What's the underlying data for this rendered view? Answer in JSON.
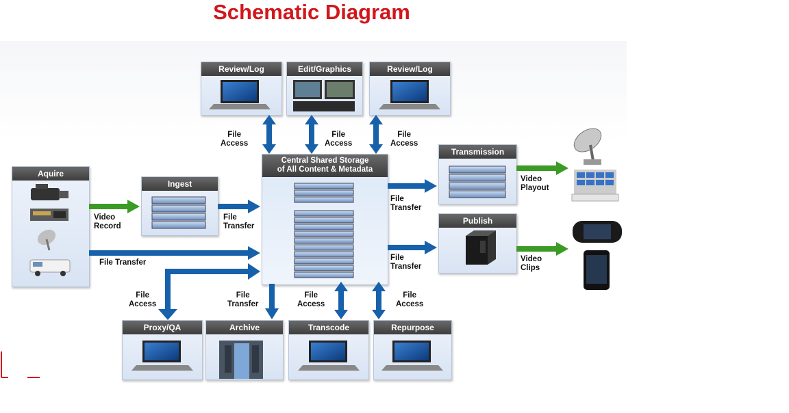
{
  "title": "Schematic Diagram",
  "colors": {
    "title": "#d2171c",
    "arrow_blue": "#1761ab",
    "arrow_green": "#3c9a26",
    "header_gray": "#4a4a4a"
  },
  "central": {
    "label": "Central Shared Storage\nof All Content & Metadata"
  },
  "nodes": {
    "review_log_1": {
      "label": "Review/Log",
      "icon": "monitor-icon"
    },
    "edit_graphics": {
      "label": "Edit/Graphics",
      "icon": "editing-workstation-icon"
    },
    "review_log_2": {
      "label": "Review/Log",
      "icon": "monitor-icon"
    },
    "aquire": {
      "label": "Aquire",
      "icons": [
        "video-camera-icon",
        "recorder-deck-icon",
        "satellite-dish-icon",
        "broadcast-van-icon"
      ]
    },
    "ingest": {
      "label": "Ingest",
      "icon": "server-rack-icon"
    },
    "transmission": {
      "label": "Transmission",
      "icon": "server-rack-icon"
    },
    "publish": {
      "label": "Publish",
      "icon": "media-server-icon"
    },
    "proxy_qa": {
      "label": "Proxy/QA",
      "icon": "monitor-icon"
    },
    "archive": {
      "label": "Archive",
      "icon": "storage-cabinet-icon"
    },
    "transcode": {
      "label": "Transcode",
      "icon": "monitor-icon"
    },
    "repurpose": {
      "label": "Repurpose",
      "icon": "monitor-icon"
    }
  },
  "edge_labels": {
    "file_access_top_1": "File\nAccess",
    "file_access_top_2": "File\nAccess",
    "file_access_top_3": "File\nAccess",
    "video_record": "Video\nRecord",
    "file_transfer_ingest": "File\nTransfer",
    "file_transfer_aquire": "File Transfer",
    "file_transfer_transmission": "File\nTransfer",
    "file_transfer_publish": "File\nTransfer",
    "video_playout": "Video\nPlayout",
    "video_clips": "Video\nClips",
    "file_access_proxy": "File\nAccess",
    "file_transfer_archive": "File\nTransfer",
    "file_access_transcode": "File\nAccess",
    "file_access_repurpose": "File\nAccess"
  },
  "outputs": [
    "satellite-uplink-icon",
    "video-wall-icon",
    "handheld-console-icon",
    "smartphone-icon"
  ]
}
